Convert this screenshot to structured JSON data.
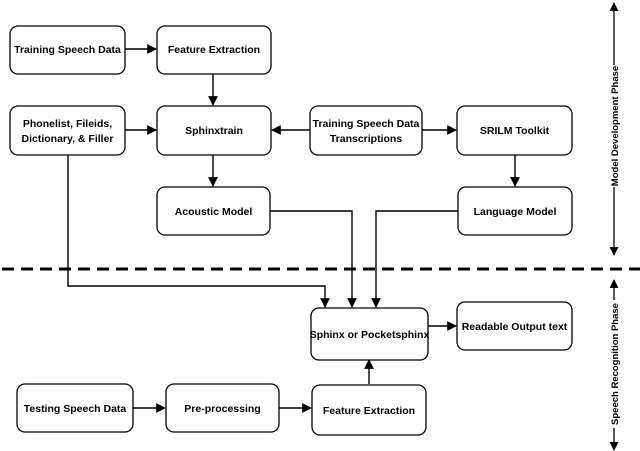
{
  "nodes": {
    "training_speech_data": "Training Speech Data",
    "feature_extraction_top": "Feature Extraction",
    "phonelist_line1": "Phonelist, Fileids,",
    "phonelist_line2": "Dictionary, & Filler",
    "sphinxtrain": "Sphinxtrain",
    "transcriptions_line1": "Training Speech Data",
    "transcriptions_line2": "Transcriptions",
    "srilm_toolkit": "SRILM Toolkit",
    "acoustic_model": "Acoustic Model",
    "language_model": "Language Model",
    "sphinx_or_pocketsphinx": "Sphinx or Pocketsphinx",
    "readable_output_text": "Readable Output text",
    "testing_speech_data": "Testing Speech Data",
    "pre_processing": "Pre-processing",
    "feature_extraction_bottom": "Feature Extraction"
  },
  "phases": {
    "model_development": "Model Development Phase",
    "speech_recognition": "Speech Recognition Phase"
  },
  "colors": {
    "stroke": "#000000",
    "background": "#ffffff"
  }
}
